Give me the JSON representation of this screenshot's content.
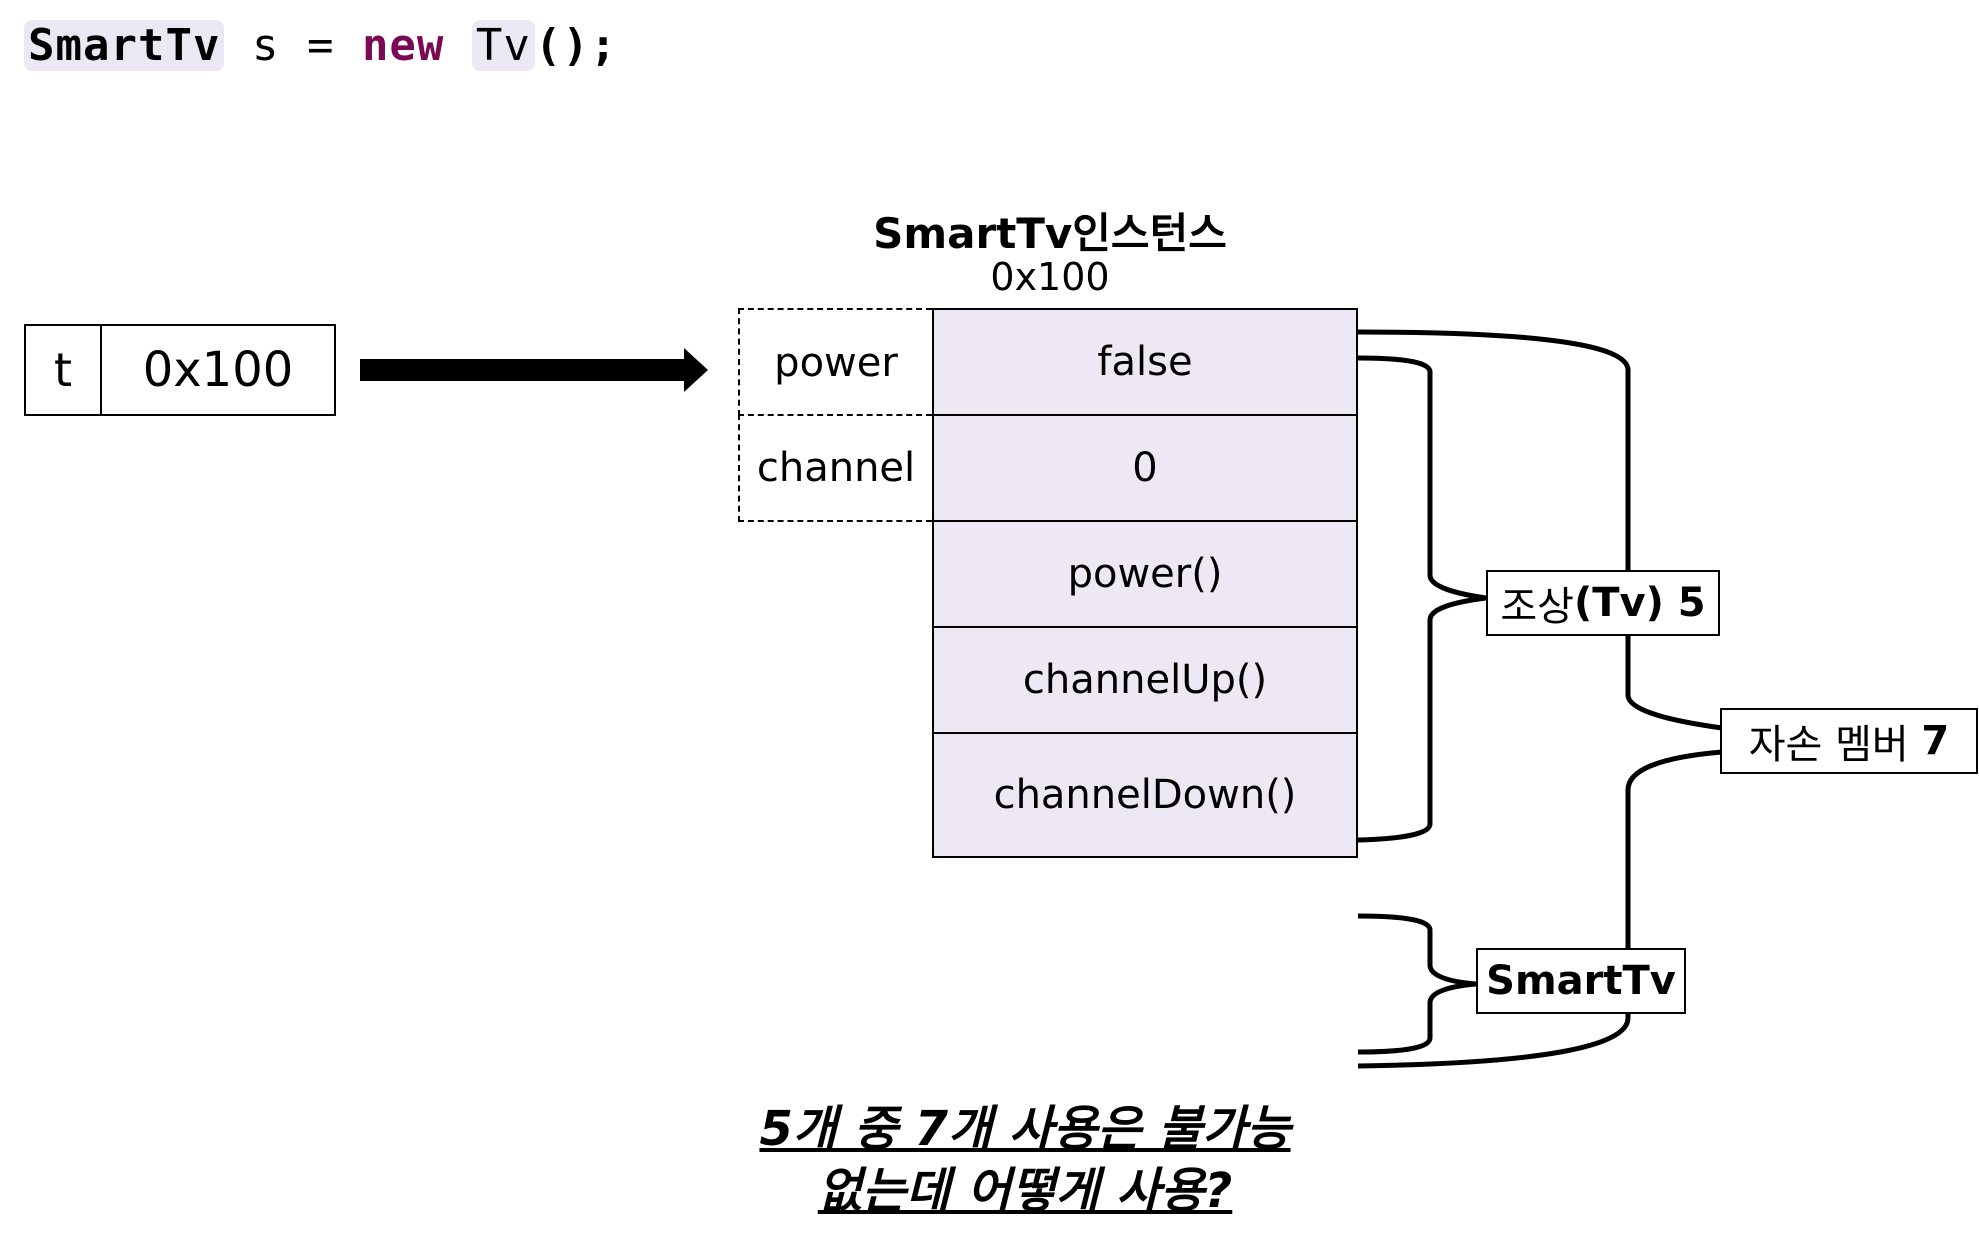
{
  "code": {
    "type1": "SmartTv",
    "var": "s",
    "eq": "=",
    "keyword": "new",
    "type2": "Tv",
    "tail": "();"
  },
  "reference": {
    "name": "t",
    "value": "0x100"
  },
  "instance": {
    "title": "SmartTv인스턴스",
    "address": "0x100",
    "fields": [
      {
        "name": "power",
        "value": "false"
      },
      {
        "name": "channel",
        "value": "0"
      }
    ],
    "methods": [
      "power()",
      "channelUp()",
      "channelDown()"
    ]
  },
  "labels": {
    "ancestor_text": "조상",
    "ancestor_bold": "(Tv) 5",
    "descendant_text": "자손 멤버 ",
    "descendant_bold": "7",
    "smarttv": "SmartTv"
  },
  "message": {
    "line1": "5개 중 7개 사용은 불가능",
    "line2": "없는데 어떻게 사용?"
  }
}
